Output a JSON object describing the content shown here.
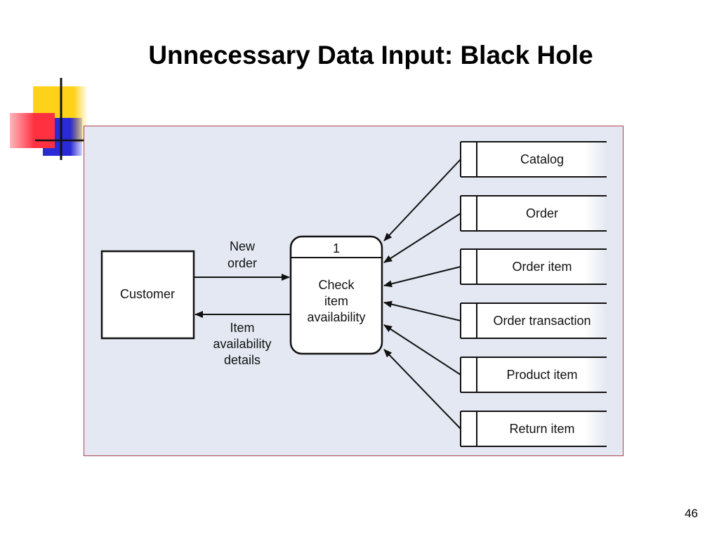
{
  "slide": {
    "title": "Unnecessary Data Input: Black Hole",
    "page_number": "46"
  },
  "diagram": {
    "external_entity": {
      "label": "Customer"
    },
    "process": {
      "number": "1",
      "label_lines": [
        "Check",
        "item",
        "availability"
      ]
    },
    "flows": {
      "input_lines": [
        "New",
        "order"
      ],
      "output_lines": [
        "Item",
        "availability",
        "details"
      ]
    },
    "data_stores": [
      {
        "label": "Catalog"
      },
      {
        "label": "Order"
      },
      {
        "label": "Order item"
      },
      {
        "label": "Order transaction"
      },
      {
        "label": "Product item"
      },
      {
        "label": "Return item"
      }
    ]
  },
  "colors": {
    "diagram_background": "#e4e8f2",
    "diagram_border": "#b04050",
    "deco_yellow": "#ffd21a",
    "deco_red": "#ff3040",
    "deco_blue": "#2a2ad6"
  }
}
